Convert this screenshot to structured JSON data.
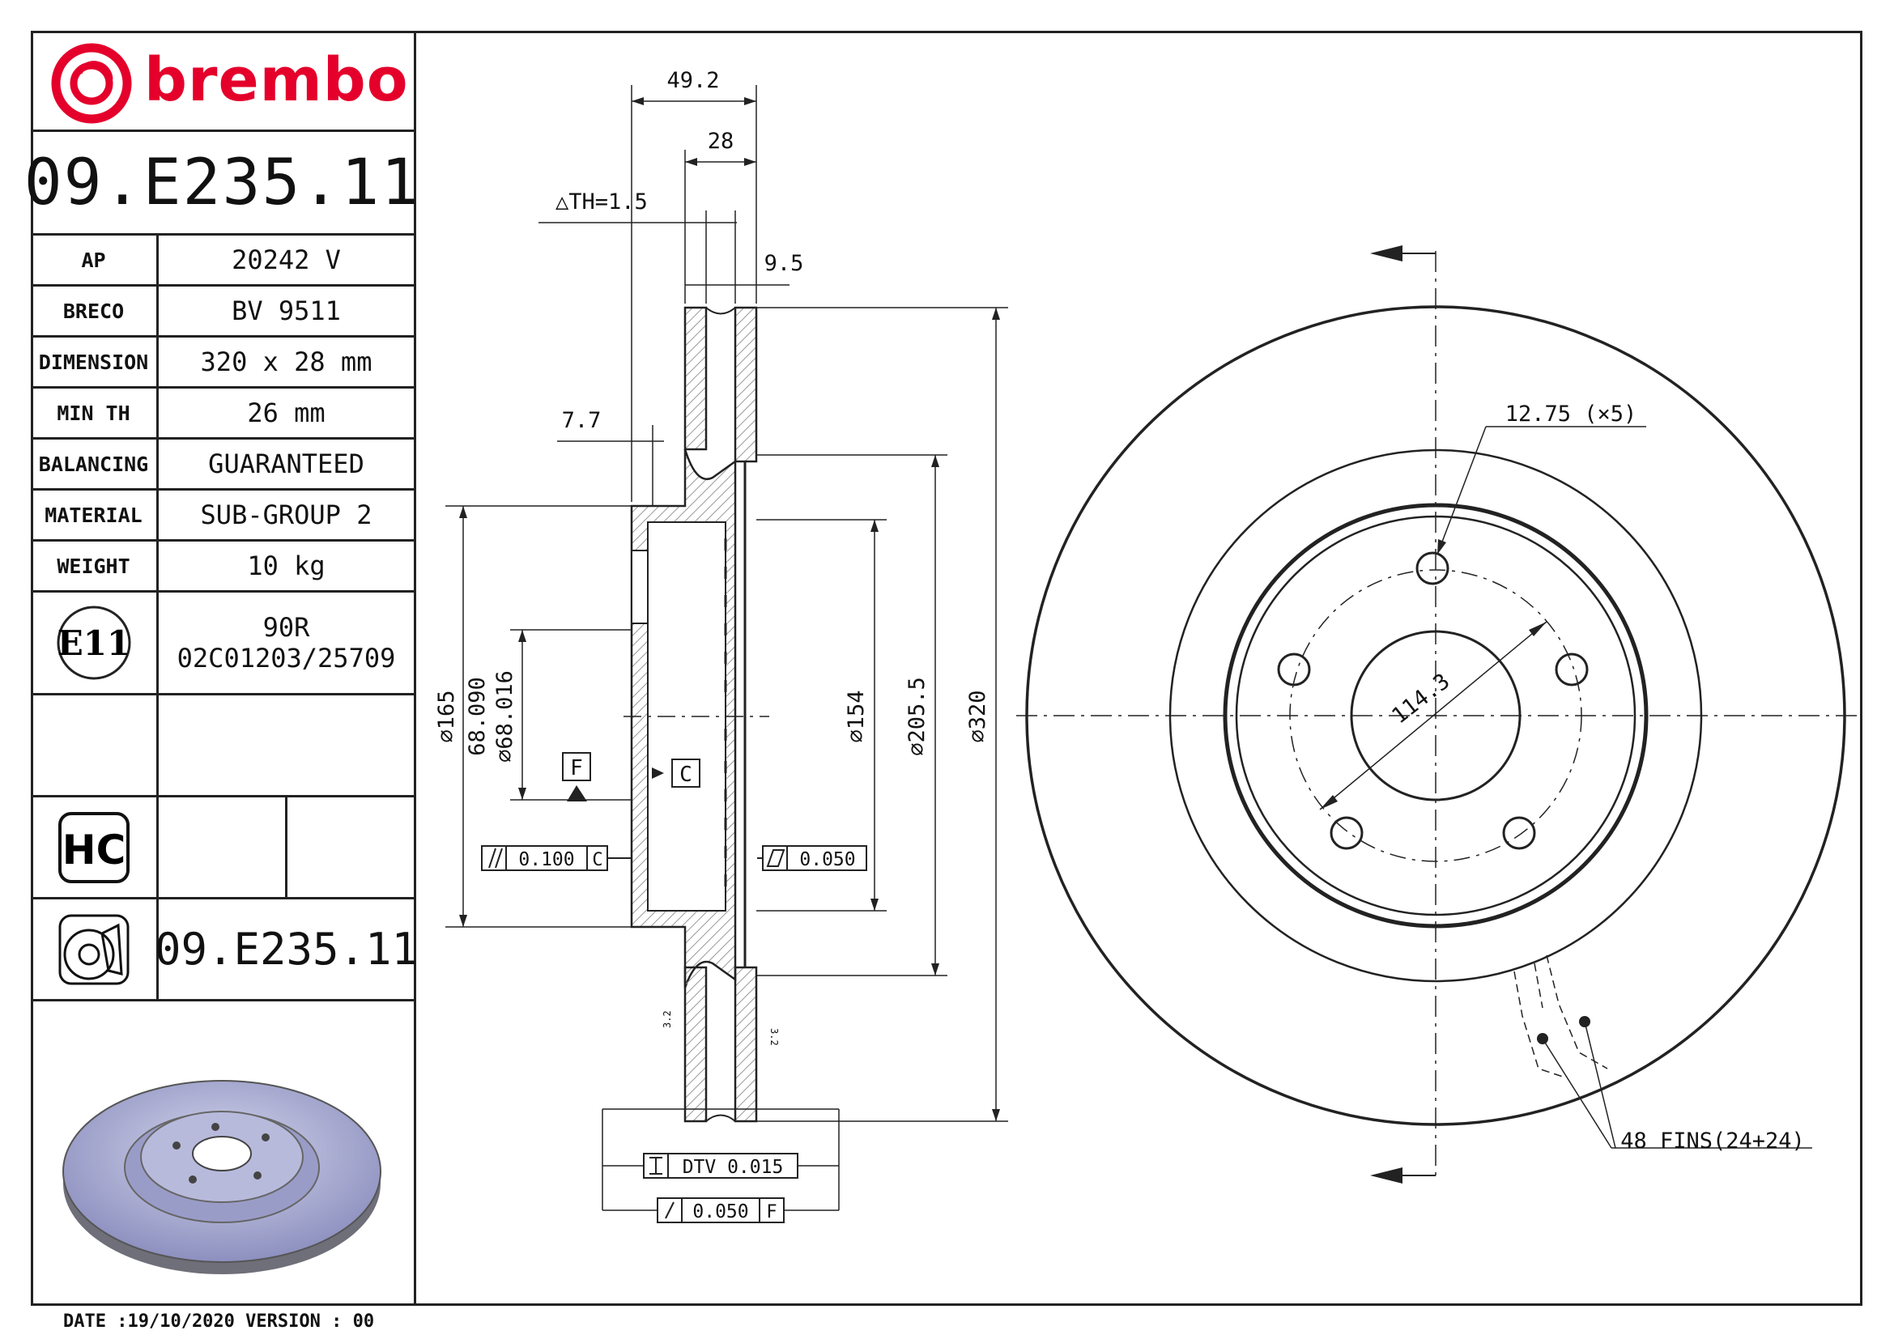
{
  "brand": {
    "name": "brembo",
    "color": "#e4002b"
  },
  "part_number": "09.E235.11",
  "specs": [
    {
      "label": "AP",
      "value": "20242 V"
    },
    {
      "label": "BRECO",
      "value": "BV 9511"
    },
    {
      "label": "DIMENSION",
      "value": "320 x 28 mm"
    },
    {
      "label": "MIN TH",
      "value": "26 mm"
    },
    {
      "label": "BALANCING",
      "value": "GUARANTEED"
    },
    {
      "label": "MATERIAL",
      "value": "SUB-GROUP 2"
    },
    {
      "label": "WEIGHT",
      "value": "10 kg"
    }
  ],
  "approval": {
    "mark": "E11",
    "line1": "90R",
    "line2": "02C01203/25709"
  },
  "hc_mark": "HC",
  "disc_icon_part_number": "09.E235.11",
  "footer": "DATE :19/10/2020 VERSION : 00",
  "dimensions": {
    "overall_height": "49.2",
    "thickness": "28",
    "delta_th": "△TH=1.5",
    "face": "9.5",
    "hat": "7.7",
    "d165": "⌀165",
    "d68_090": "68.090",
    "d68_016": "⌀68.016",
    "d154": "⌀154",
    "d205_5": "⌀205.5",
    "d320": "⌀320",
    "bolt_circle": "114.3",
    "bolt_holes": "12.75 (×5)",
    "fins": "48 FINS(24+24)",
    "datum_f": "F",
    "datum_c": "C",
    "parallel_tol": "0.100",
    "parallel_ref": "C",
    "flat_tol": "0.050",
    "dtv": "DTV 0.015",
    "runout_tol": "0.050",
    "runout_ref": "F",
    "roughness": "3.2"
  }
}
